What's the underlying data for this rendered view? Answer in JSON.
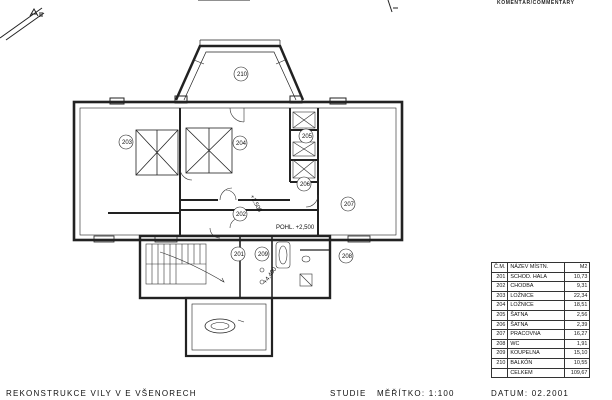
{
  "header": {
    "comment_label": "KOMENTÁŘ/COMMENTARY"
  },
  "plan": {
    "rooms": [
      {
        "id": "201",
        "label": "201"
      },
      {
        "id": "202",
        "label": "202"
      },
      {
        "id": "203",
        "label": "203"
      },
      {
        "id": "204",
        "label": "204"
      },
      {
        "id": "205",
        "label": "205"
      },
      {
        "id": "206",
        "label": "206"
      },
      {
        "id": "207",
        "label": "207"
      },
      {
        "id": "208",
        "label": "208"
      },
      {
        "id": "209",
        "label": "209"
      },
      {
        "id": "210",
        "label": "210"
      }
    ],
    "floor_level": "POHL. +2,500",
    "stair_arrow_label": "+2,500",
    "ramp_label": "+4,400"
  },
  "table": {
    "headers": {
      "no": "Č.M.",
      "name": "NÁZEV MÍSTN.",
      "area": "M2"
    },
    "rows": [
      {
        "no": "201",
        "name": "SCHOD. HALA",
        "area": "10,73"
      },
      {
        "no": "202",
        "name": "CHODBA",
        "area": "9,31"
      },
      {
        "no": "203",
        "name": "LOŽNICE",
        "area": "22,34"
      },
      {
        "no": "204",
        "name": "LOŽNICE",
        "area": "18,51"
      },
      {
        "no": "205",
        "name": "ŠATNA",
        "area": "2,56"
      },
      {
        "no": "206",
        "name": "ŠATNA",
        "area": "2,39"
      },
      {
        "no": "207",
        "name": "PRACOVNA",
        "area": "16,27"
      },
      {
        "no": "208",
        "name": "WC",
        "area": "1,91"
      },
      {
        "no": "209",
        "name": "KOUPELNA",
        "area": "15,10"
      },
      {
        "no": "210",
        "name": "BALKÓN",
        "area": "10,55"
      },
      {
        "no": "",
        "name": "CELKEM",
        "area": "109,67"
      }
    ]
  },
  "footer": {
    "title": "REKONSTRUKCE VILY V E VŠENORECH",
    "stage": "STUDIE",
    "scale": "MĚŘÍTKO: 1:100",
    "date": "DATUM: 02.2001"
  }
}
